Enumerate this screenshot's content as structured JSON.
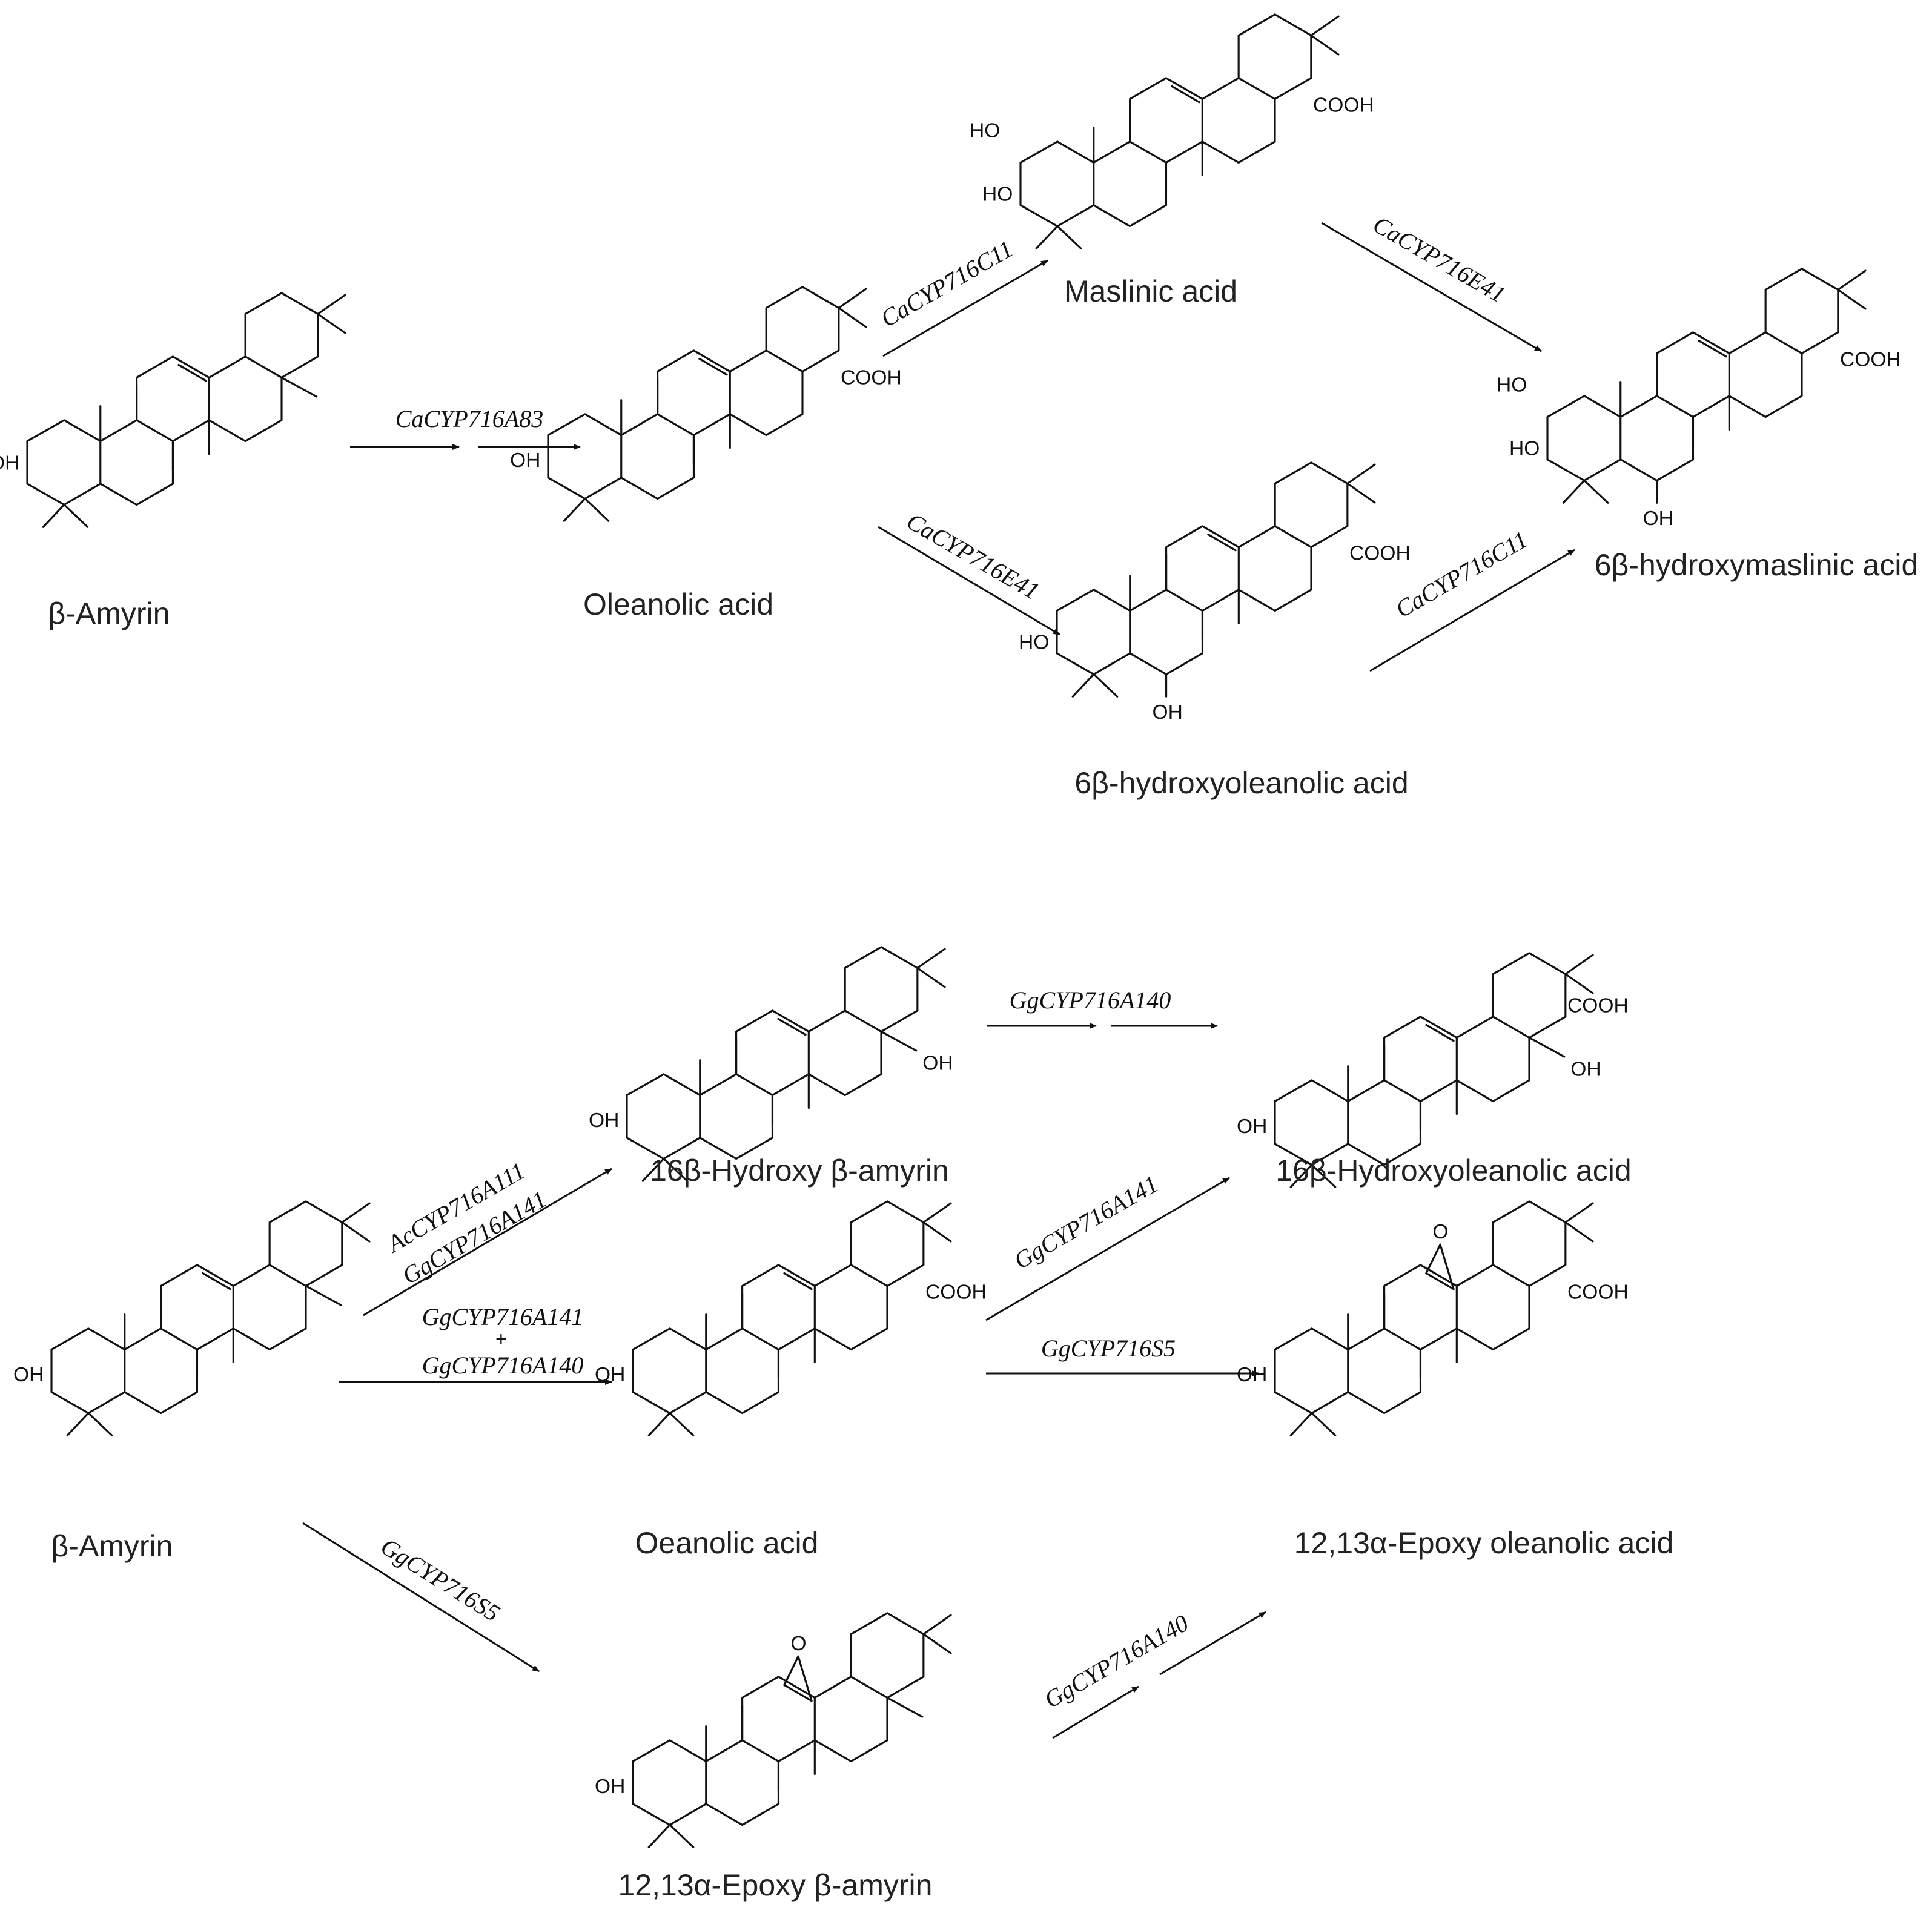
{
  "atoms": {
    "oh": "OH",
    "ho": "HO",
    "cooh": "COOH",
    "o": "O",
    "plus": "+"
  },
  "compounds": [
    {
      "key": "c1",
      "name": "β-Amyrin",
      "substituents": [],
      "epoxy": false
    },
    {
      "key": "c2",
      "name": "Oleanolic acid",
      "substituents": [
        "cooh"
      ],
      "epoxy": false
    },
    {
      "key": "c3",
      "name": "Maslinic acid",
      "substituents": [
        "cooh",
        "ho2"
      ],
      "epoxy": false
    },
    {
      "key": "c4",
      "name": "6β-hydroxyoleanolic acid",
      "substituents": [
        "cooh",
        "oh6"
      ],
      "epoxy": false
    },
    {
      "key": "c5",
      "name": "6β-hydroxymaslinic acid",
      "substituents": [
        "cooh",
        "ho2",
        "oh6"
      ],
      "epoxy": false
    },
    {
      "key": "c6",
      "name": "β-Amyrin",
      "substituents": [],
      "epoxy": false
    },
    {
      "key": "c7",
      "name": "16β-Hydroxy β-amyrin",
      "substituents": [
        "oh16"
      ],
      "epoxy": false
    },
    {
      "key": "c8",
      "name": "16β-Hydroxyoleanolic acid",
      "substituents": [
        "cooh",
        "oh16"
      ],
      "epoxy": false
    },
    {
      "key": "c9",
      "name": "Oeanolic acid",
      "substituents": [
        "cooh"
      ],
      "epoxy": false
    },
    {
      "key": "c10",
      "name": "12,13α-Epoxy oleanolic acid",
      "substituents": [
        "cooh"
      ],
      "epoxy": true
    },
    {
      "key": "c11",
      "name": "12,13α-Epoxy β-amyrin",
      "substituents": [],
      "epoxy": true
    }
  ],
  "reactions": [
    {
      "key": "r1",
      "enzymes": [
        "CaCYP716A83"
      ],
      "multistep": true
    },
    {
      "key": "r2",
      "enzymes": [
        "CaCYP716C11"
      ],
      "multistep": false
    },
    {
      "key": "r3",
      "enzymes": [
        "CaCYP716E41"
      ],
      "multistep": false
    },
    {
      "key": "r4",
      "enzymes": [
        "CaCYP716E41"
      ],
      "multistep": false
    },
    {
      "key": "r5",
      "enzymes": [
        "CaCYP716C11"
      ],
      "multistep": false
    },
    {
      "key": "r6",
      "enzymes": [
        "AcCYP716A111",
        "GgCYP716A141"
      ],
      "multistep": false
    },
    {
      "key": "r7",
      "enzymes": [
        "GgCYP716A141",
        "GgCYP716A140"
      ],
      "joiner": "+",
      "multistep": false
    },
    {
      "key": "r8",
      "enzymes": [
        "GgCYP716S5"
      ],
      "multistep": false
    },
    {
      "key": "r9",
      "enzymes": [
        "GgCYP716A140"
      ],
      "multistep": true
    },
    {
      "key": "r10",
      "enzymes": [
        "GgCYP716A141"
      ],
      "multistep": false
    },
    {
      "key": "r11",
      "enzymes": [
        "GgCYP716S5"
      ],
      "multistep": false
    },
    {
      "key": "r12",
      "enzymes": [
        "GgCYP716A140"
      ],
      "multistep": true
    }
  ]
}
